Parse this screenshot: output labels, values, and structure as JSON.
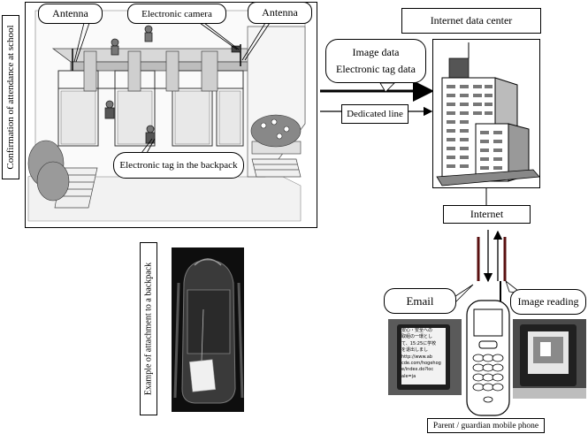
{
  "school": {
    "side_label": "Confirmation of attendance at school",
    "antenna_left": "Antenna",
    "antenna_right": "Antenna",
    "camera": "Electronic camera",
    "tag": "Electronic tag in the backpack"
  },
  "data_center": {
    "title": "Internet data center",
    "transfer_line1": "Image data",
    "transfer_line2": "Electronic tag data",
    "dedicated_line": "Dedicated line"
  },
  "network": {
    "internet": "Internet",
    "email": "Email",
    "image_reading": "Image reading",
    "phone_caption": "Parent / guardian mobile phone"
  },
  "backpack": {
    "side_label": "Example of attachment to a backpack"
  },
  "phone_screen": {
    "lines": [
      "安心・安全への",
      "取組の一環とし",
      "て、15:25に学校",
      "を退出しまし",
      "http://www.ab",
      "cde.com/hogehog",
      "e/index.do?loc",
      "ale=ja"
    ]
  }
}
